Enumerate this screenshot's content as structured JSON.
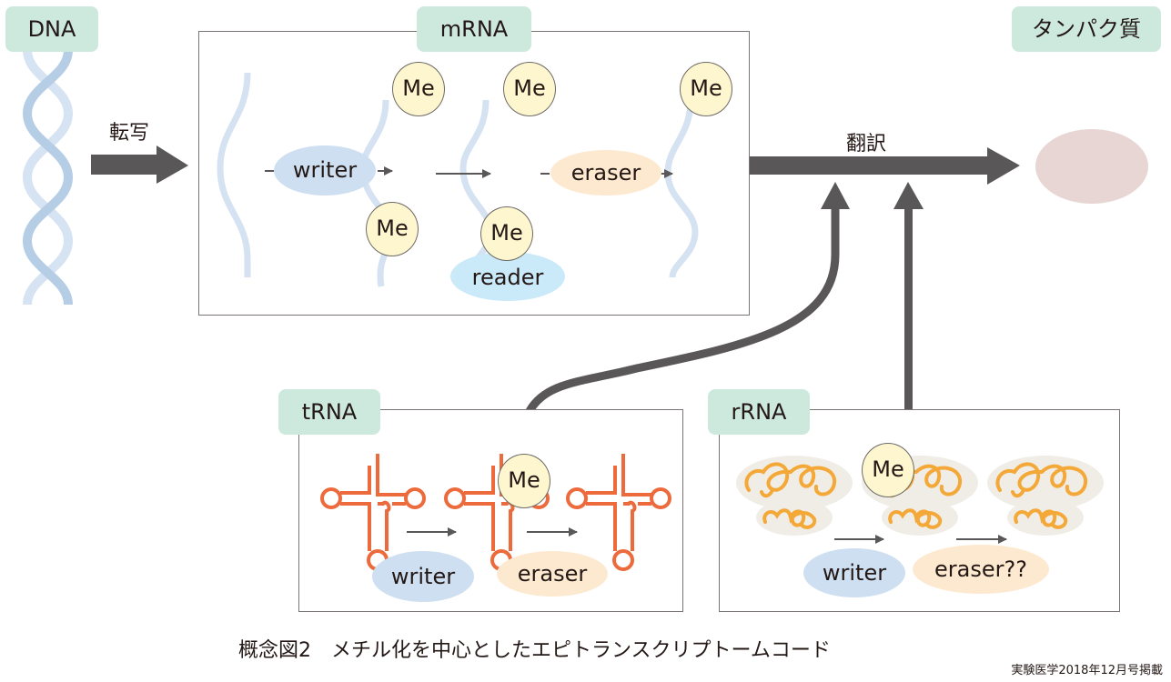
{
  "labels": {
    "dna": "DNA",
    "mrna": "mRNA",
    "protein": "タンパク質",
    "trna": "tRNA",
    "rrna": "rRNA"
  },
  "arrows": {
    "transcription": "転写",
    "translation": "翻訳"
  },
  "mrna_panel": {
    "writer": "writer",
    "eraser": "eraser",
    "reader": "reader",
    "methyl": "Me"
  },
  "trna_panel": {
    "writer": "writer",
    "eraser": "eraser",
    "methyl": "Me"
  },
  "rrna_panel": {
    "writer": "writer",
    "eraser": "eraser??",
    "methyl": "Me"
  },
  "caption": "概念図2　メチル化を中心としたエピトランスクリプトームコード",
  "credit": "実験医学2018年12月号掲載",
  "colors": {
    "tag_bg": "#cde9de",
    "writer": "#cddff0",
    "eraser": "#fde9cf",
    "reader": "#cbeaf9",
    "methyl": "#fdf6cf",
    "protein": "#e8d6d4",
    "trna_line": "#ec6a3b",
    "rrna_line": "#f3a838",
    "rrna_bg": "#efede6",
    "arrow": "#595757",
    "helix": "#b9d0e8"
  }
}
